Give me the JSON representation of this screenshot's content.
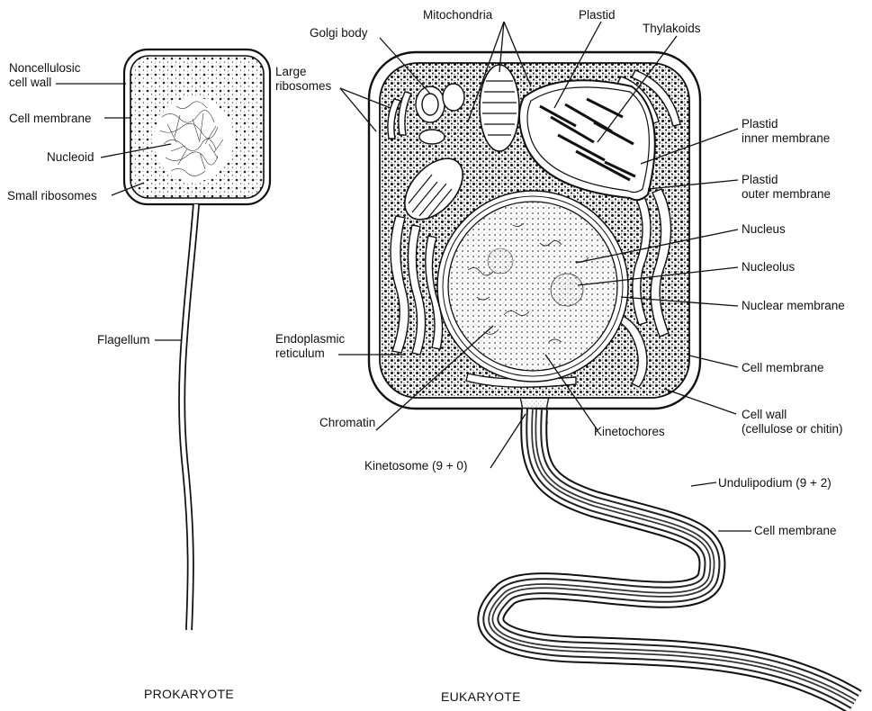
{
  "prokaryote": {
    "caption": "PROKARYOTE",
    "labels": {
      "cell_wall": "Noncellulosic\ncell wall",
      "cell_membrane": "Cell membrane",
      "nucleoid": "Nucleoid",
      "small_ribosomes": "Small ribosomes",
      "flagellum": "Flagellum"
    }
  },
  "eukaryote": {
    "caption": "EUKARYOTE",
    "labels": {
      "golgi_body": "Golgi body",
      "mitochondria": "Mitochondria",
      "plastid": "Plastid",
      "thylakoids": "Thylakoids",
      "large_ribosomes": "Large\nribosomes",
      "plastid_inner_membrane": "Plastid\ninner membrane",
      "plastid_outer_membrane": "Plastid\nouter membrane",
      "nucleus": "Nucleus",
      "nucleolus": "Nucleolus",
      "nuclear_membrane": "Nuclear membrane",
      "endoplasmic_reticulum": "Endoplasmic\nreticulum",
      "cell_membrane": "Cell membrane",
      "chromatin": "Chromatin",
      "kinetochores": "Kinetochores",
      "cell_wall": "Cell wall\n(cellulose or chitin)",
      "kinetosome": "Kinetosome (9 + 0)",
      "undulipodium": "Undulipodium (9 + 2)",
      "tail_cell_membrane": "Cell membrane"
    }
  }
}
